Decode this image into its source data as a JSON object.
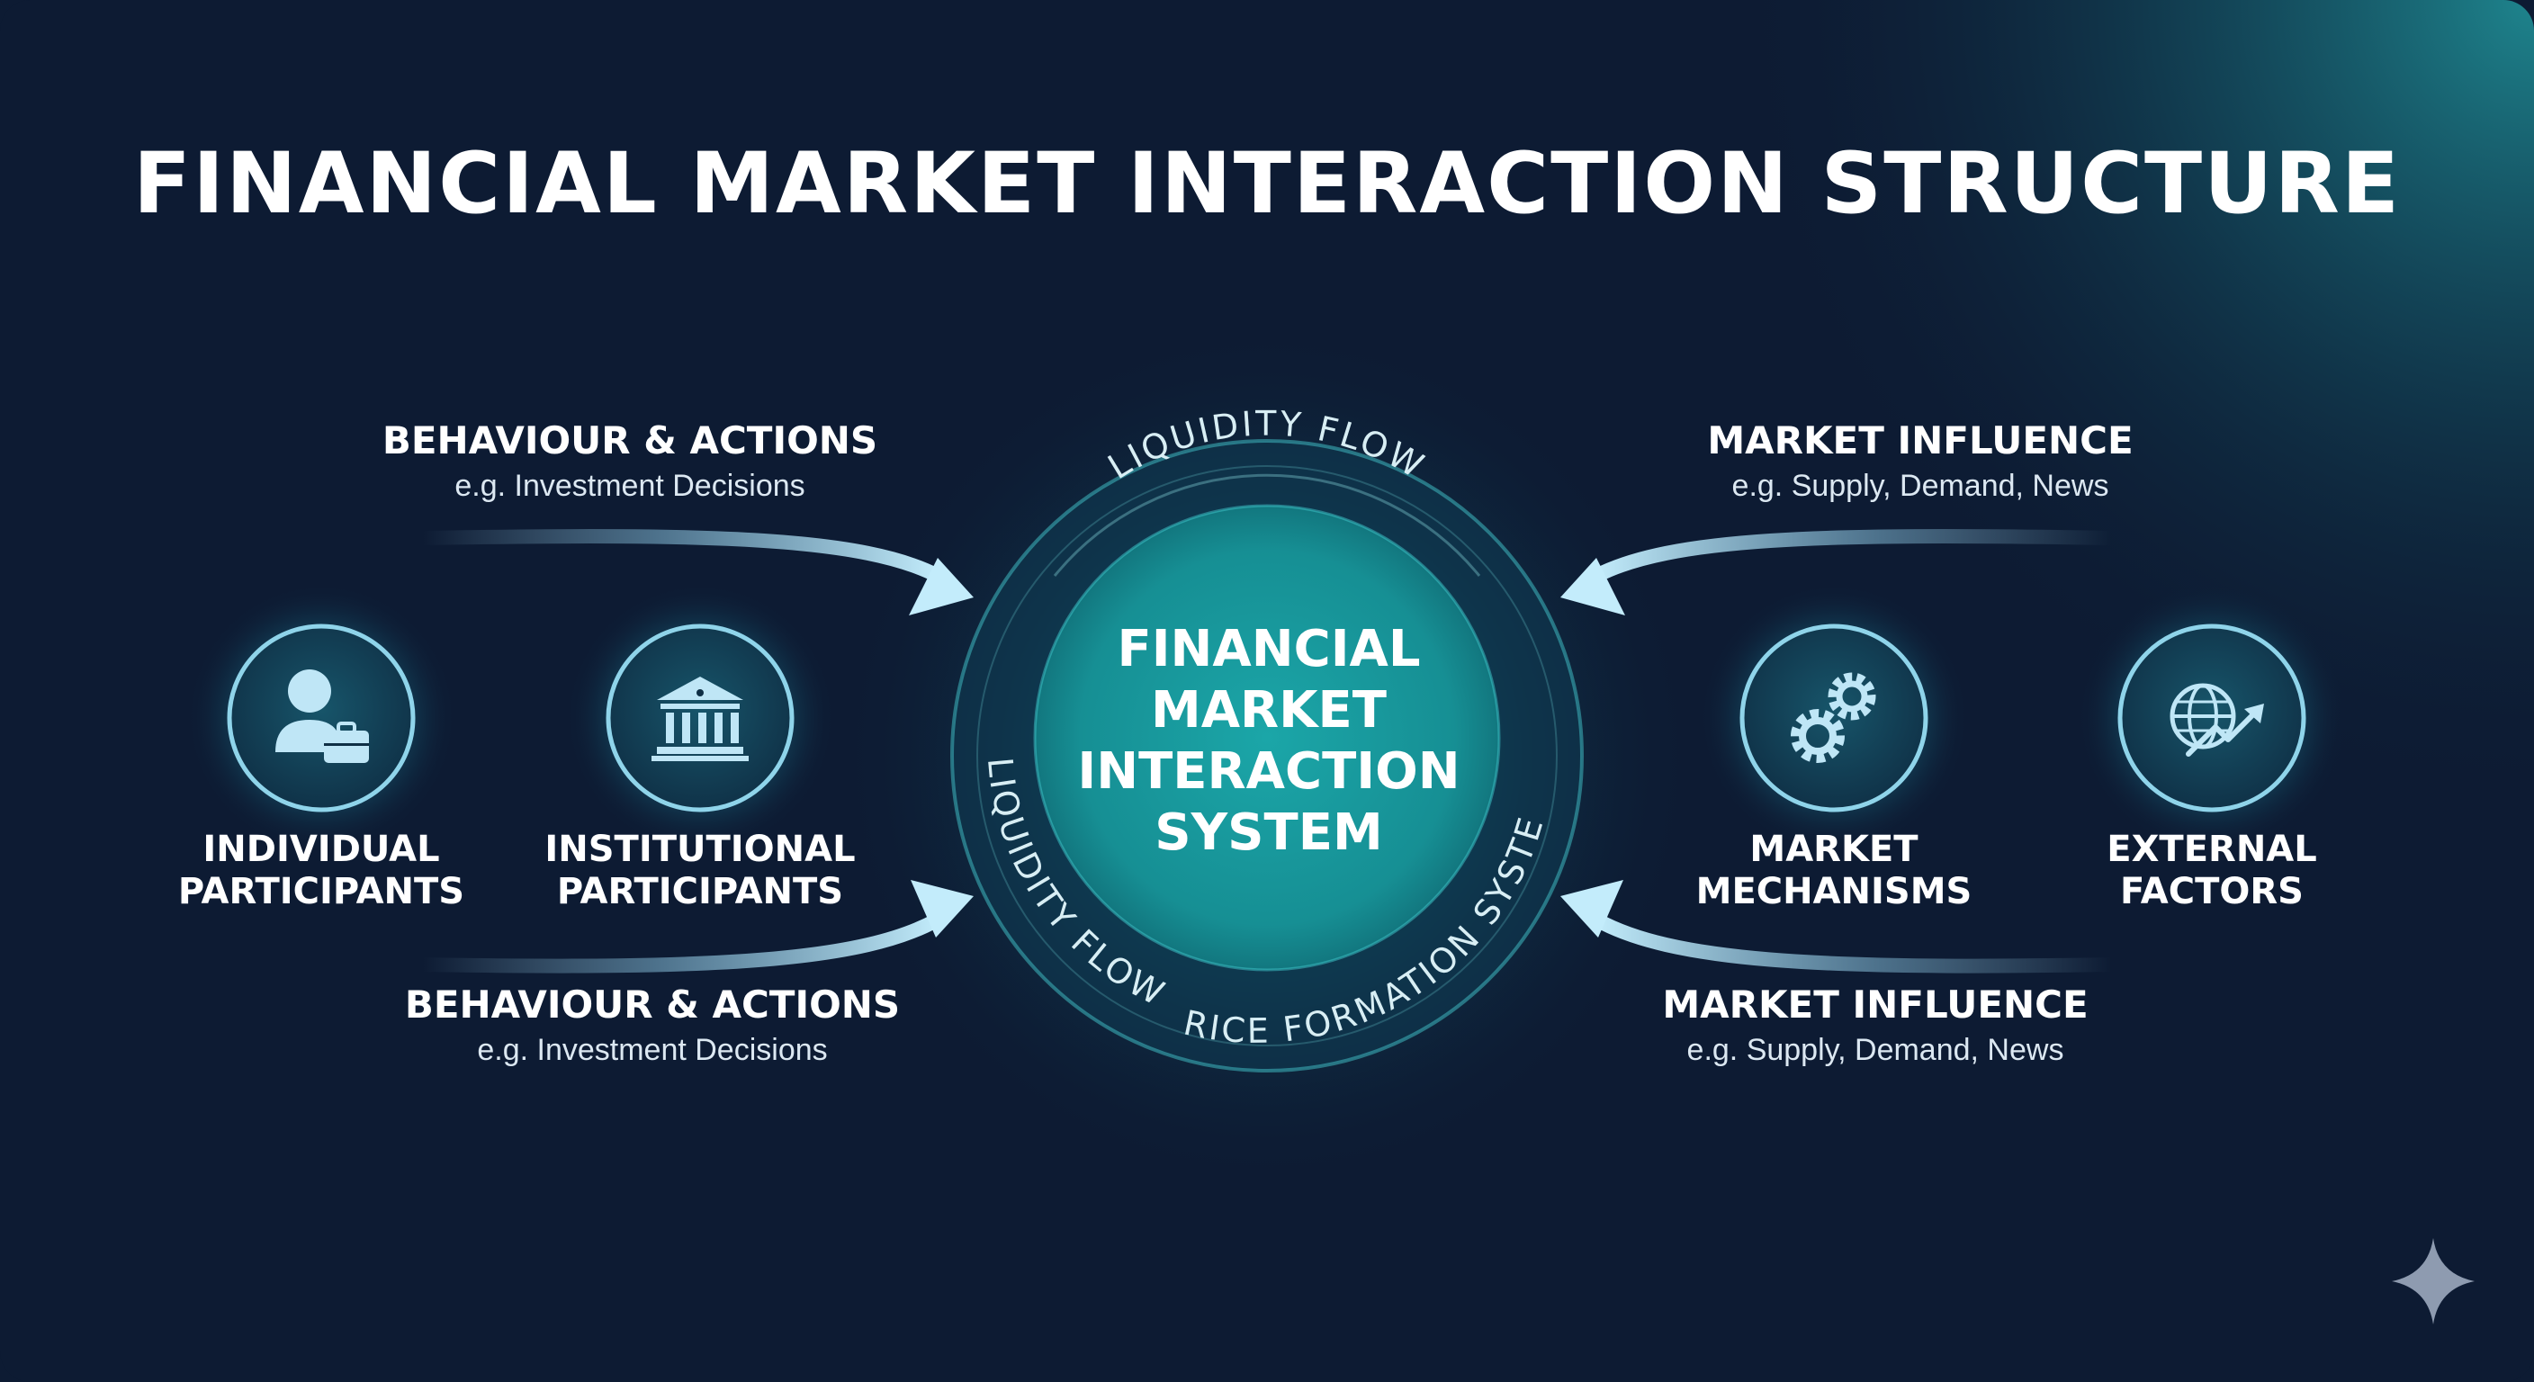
{
  "title": "FINANCIAL MARKET INTERACTION STRUCTURE",
  "center": {
    "lines": [
      "FINANCIAL",
      "MARKET",
      "INTERACTION",
      "SYSTEM"
    ],
    "ring_labels": {
      "top": "LIQUIDITY FLOW",
      "left": "LIQUIDITY FLOW",
      "bottom_right": "PRICE FORMATION SYSTEM"
    }
  },
  "flows": {
    "top_left": {
      "heading": "BEHAVIOUR & ACTIONS",
      "sub": "e.g. Investment Decisions"
    },
    "bottom_left": {
      "heading": "BEHAVIOUR & ACTIONS",
      "sub": "e.g. Investment Decisions"
    },
    "top_right": {
      "heading": "MARKET INFLUENCE",
      "sub": "e.g. Supply, Demand, News"
    },
    "bottom_right": {
      "heading": "MARKET INFLUENCE",
      "sub": "e.g. Supply, Demand, News"
    }
  },
  "nodes": {
    "individual": {
      "line1": "INDIVIDUAL",
      "line2": "PARTICIPANTS",
      "icon": "person-briefcase-icon"
    },
    "institutional": {
      "line1": "INSTITUTIONAL",
      "line2": "PARTICIPANTS",
      "icon": "bank-building-icon"
    },
    "mechanisms": {
      "line1": "MARKET",
      "line2": "MECHANISMS",
      "icon": "gears-icon"
    },
    "external": {
      "line1": "EXTERNAL",
      "line2": "FACTORS",
      "icon": "globe-trend-icon"
    }
  },
  "colors": {
    "background": "#0d1b33",
    "accent": "#1fa7a8",
    "arrow": "#a8dcf2"
  }
}
